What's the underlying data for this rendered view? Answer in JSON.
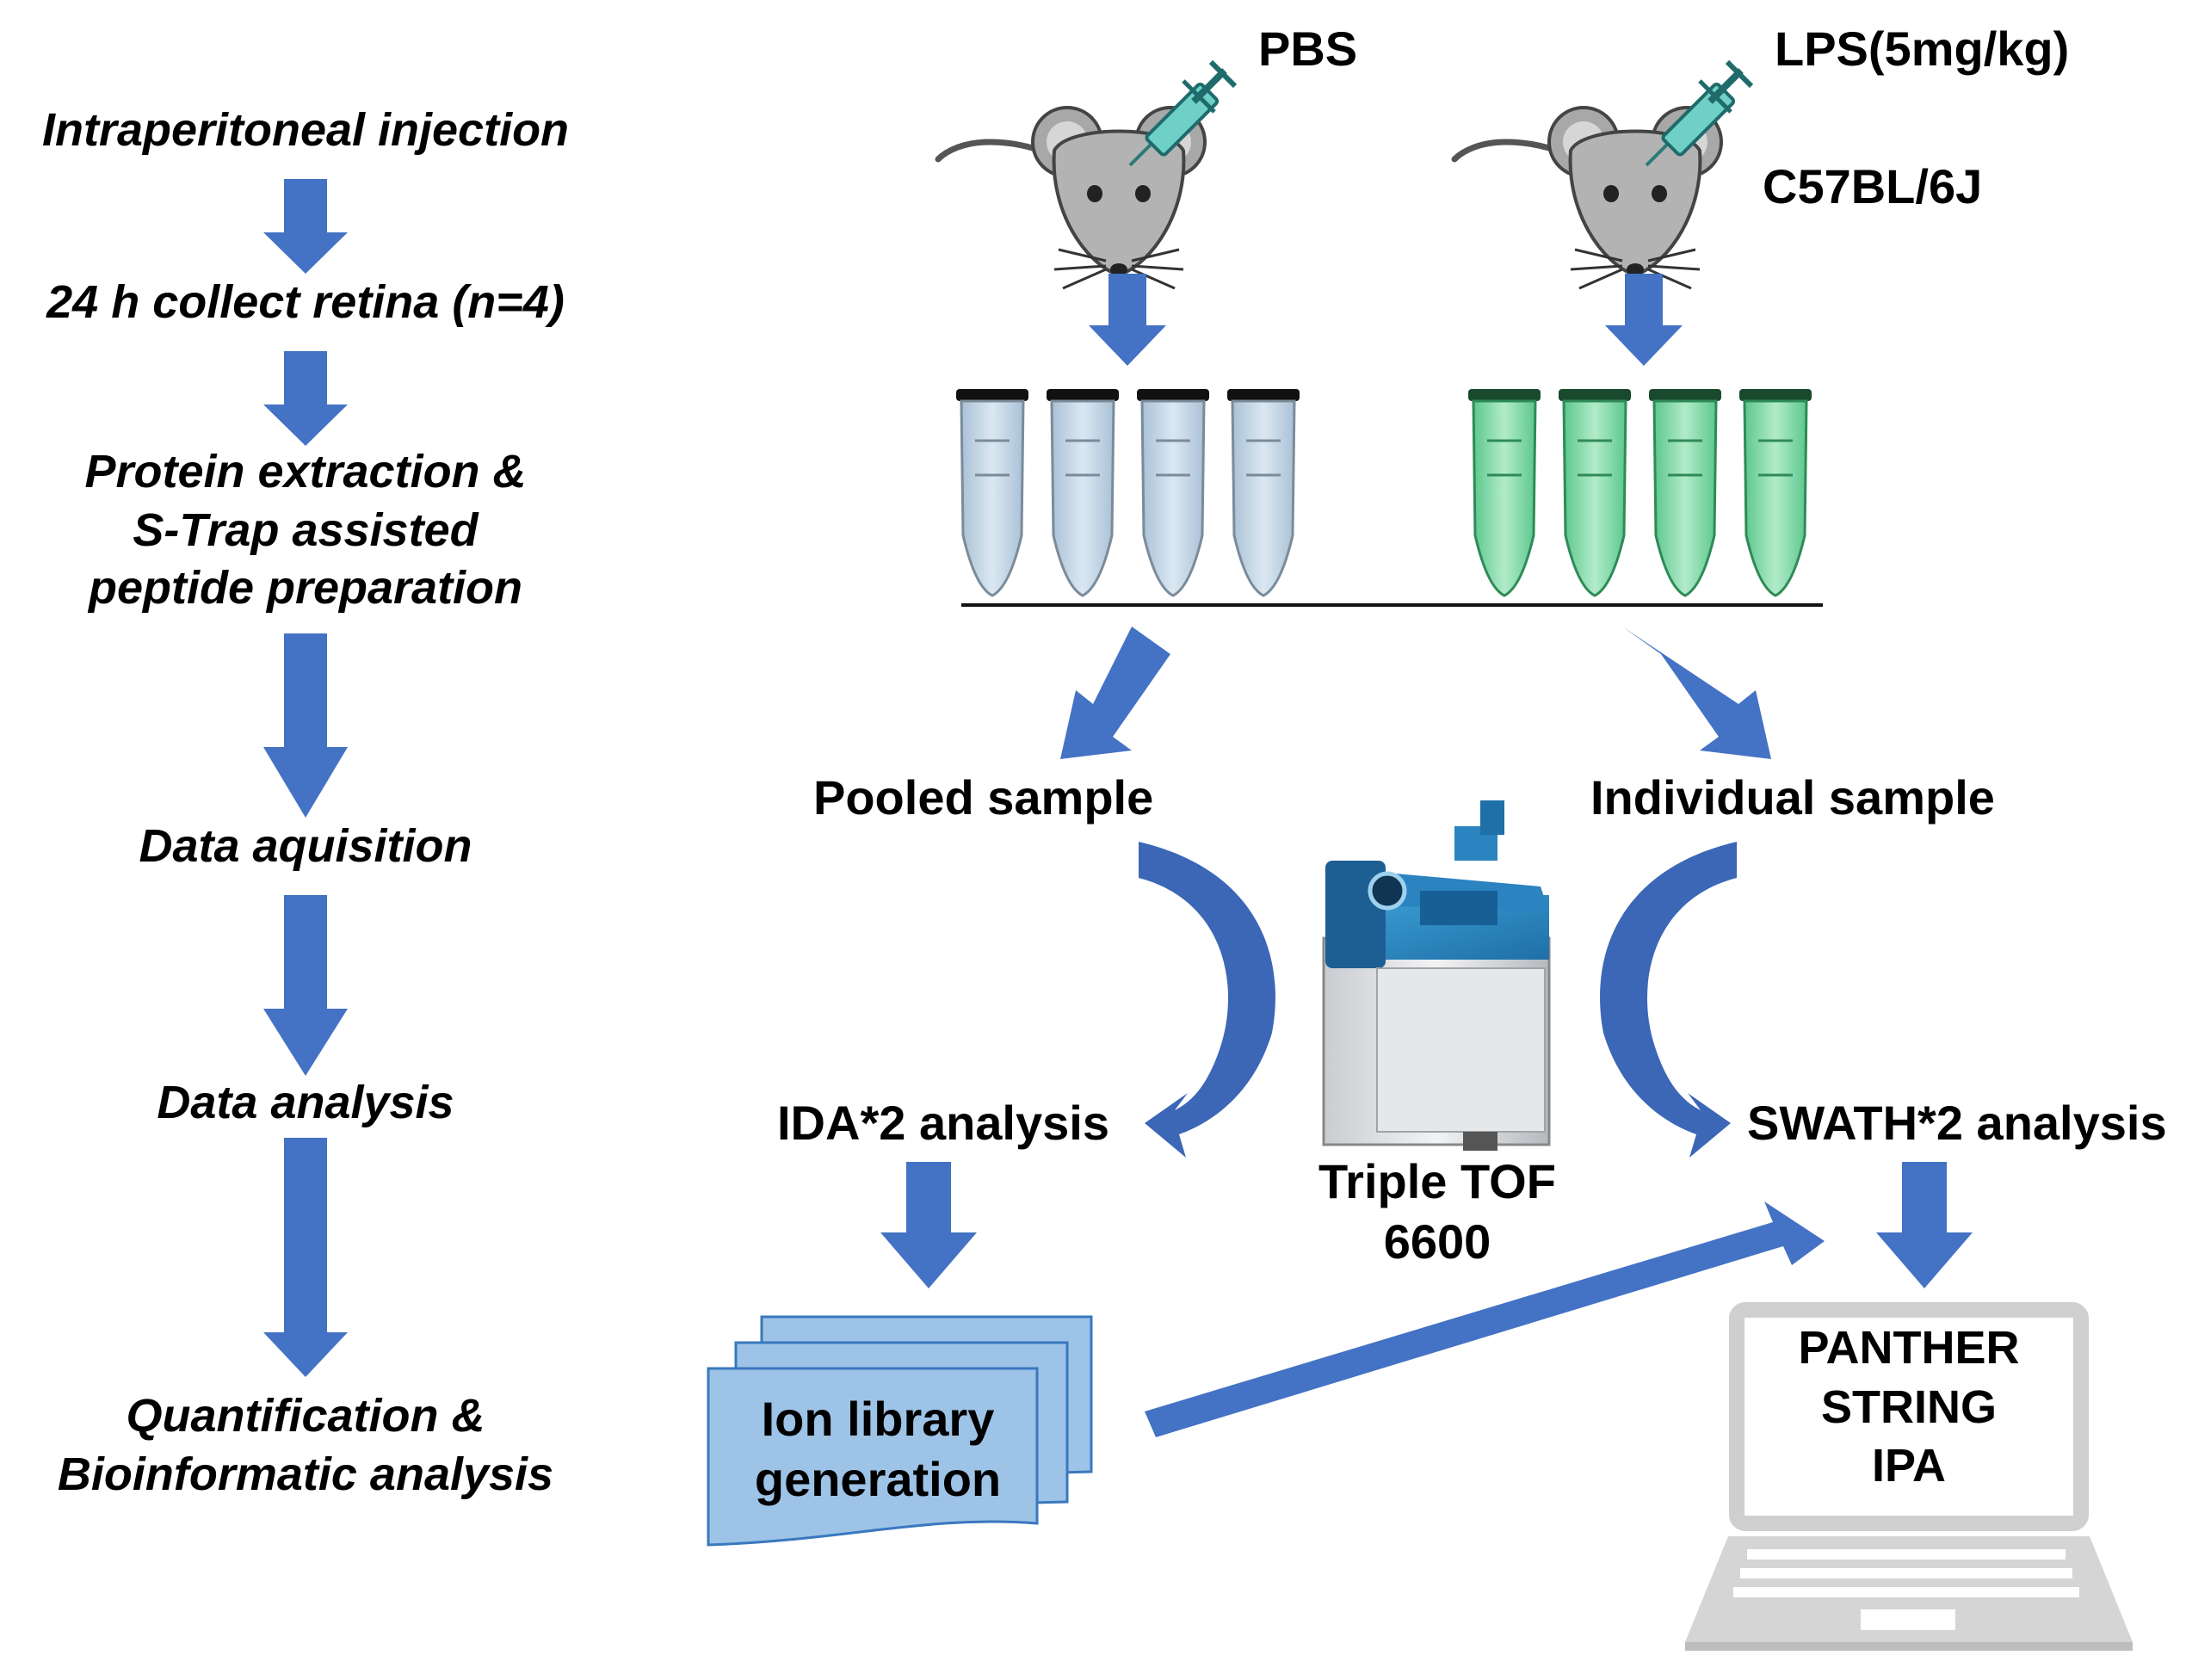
{
  "workflow_steps": {
    "injection": "Intraperitoneal injection",
    "collect": "24 h collect retina (n=4)",
    "extraction": [
      "Protein extraction &",
      "S-Trap assisted",
      "peptide preparation"
    ],
    "acquisition": "Data aquisition",
    "analysis": "Data analysis",
    "quantification": [
      "Quantification &",
      "Bioinformatic analysis"
    ]
  },
  "groups": {
    "control": {
      "treatment": "PBS",
      "tube_color": "#b9cfe0"
    },
    "treated": {
      "treatment": "LPS(5mg/kg)",
      "strain": "C57BL/6J",
      "tube_color": "#7fd4a4"
    }
  },
  "samples": {
    "pooled": "Pooled sample",
    "individual": "Individual sample"
  },
  "instrument": {
    "name_line1": "Triple TOF",
    "name_line2": "6600"
  },
  "acquisition_modes": {
    "ida": "IDA*2 analysis",
    "swath": "SWATH*2 analysis"
  },
  "library": [
    "Ion library",
    "generation"
  ],
  "software": [
    "PANTHER",
    "STRING",
    "IPA"
  ],
  "colors": {
    "arrow": "#4472c4",
    "arrow_dark": "#2f5597",
    "library_fill": "#9dc3e6",
    "laptop": "#d9d9d9"
  }
}
